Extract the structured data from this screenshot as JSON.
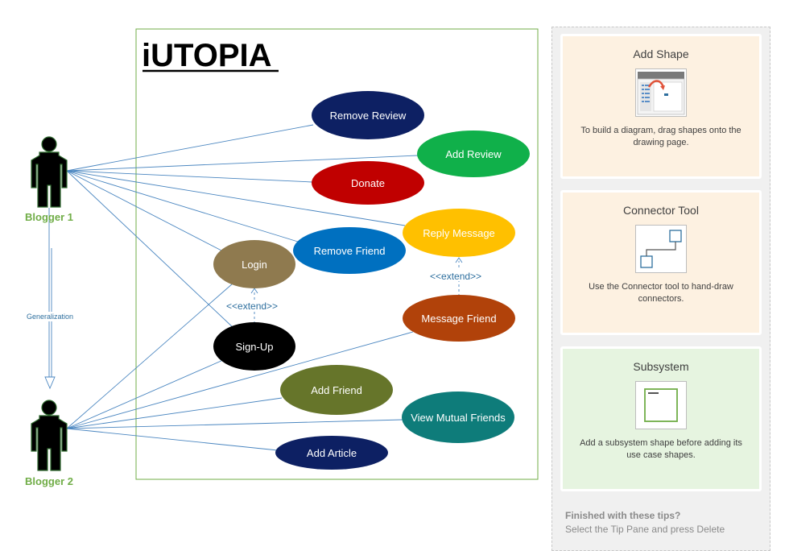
{
  "diagram": {
    "title": "iUTOPIA",
    "actors": {
      "blogger1": "Blogger 1",
      "blogger2": "Blogger 2"
    },
    "generalization_label": "Generalization",
    "extend_label": "<<extend>>",
    "use_cases": {
      "remove_review": "Remove Review",
      "add_review": "Add Review",
      "donate": "Donate",
      "reply_message": "Reply Message",
      "remove_friend": "Remove Friend",
      "login": "Login",
      "message_friend": "Message Friend",
      "sign_up": "Sign-Up",
      "add_friend": "Add Friend",
      "view_mutual_friends": "View Mutual Friends",
      "add_article": "Add Article"
    },
    "colors": {
      "remove_review": "#0d2063",
      "add_review": "#10b04a",
      "donate": "#c00000",
      "reply_message": "#ffc000",
      "remove_friend": "#0070c0",
      "login": "#8f7a4f",
      "message_friend": "#b1420a",
      "sign_up": "#000000",
      "add_friend": "#66752a",
      "view_mutual_friends": "#0e7c7a",
      "add_article": "#0d2063",
      "connector": "#4a86c0",
      "boundary": "#70ad47",
      "actor_label": "#70ad47"
    }
  },
  "tip_pane": {
    "add_shape": {
      "title": "Add Shape",
      "desc": "To build a diagram, drag shapes onto the drawing page."
    },
    "connector_tool": {
      "title": "Connector Tool",
      "desc": "Use the Connector tool to hand-draw connectors."
    },
    "subsystem": {
      "title": "Subsystem",
      "desc": "Add a subsystem shape before adding its use case shapes."
    },
    "footer": {
      "line1": "Finished with these tips?",
      "line2": "Select the Tip Pane and press Delete"
    }
  }
}
